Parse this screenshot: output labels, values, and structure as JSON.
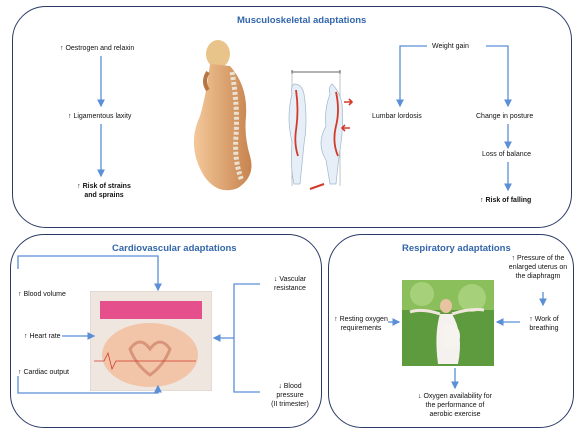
{
  "musculoskeletal": {
    "title": "Musculoskeletal adaptations",
    "oestrogen": "↑ Oestrogen and relaxin",
    "laxity": "↑ Ligamentous laxity",
    "risk_strains_1": "↑ Risk of strains",
    "risk_strains_2": "and sprains",
    "weight_gain": "Weight gain",
    "lumbar_lordosis": "Lumbar lordosis",
    "change_posture": "Change in posture",
    "loss_balance": "Loss of balance",
    "risk_falling": "↑ Risk of falling"
  },
  "cardiovascular": {
    "title": "Cardiovascular adaptations",
    "blood_volume": "↑ Blood volume",
    "heart_rate": "↑ Heart rate",
    "cardiac_output": "↑ Cardiac output",
    "vascular_1": "↓ Vascular",
    "vascular_2": "resistance",
    "bp_1": "↓ Blood",
    "bp_2": "pressure",
    "bp_3": "(II trimester)"
  },
  "respiratory": {
    "title": "Respiratory adaptations",
    "pressure_1": "↑ Pressure of the",
    "pressure_2": "enlarged uterus on",
    "pressure_3": "the diaphragm",
    "work_1": "↑ Work of",
    "work_2": "breathing",
    "resting_1": "↑ Resting oxygen",
    "resting_2": "requirements",
    "oxygen_1": "↓ Oxygen availability for",
    "oxygen_2": "the performance of",
    "oxygen_3": "aerobic exercise"
  },
  "colors": {
    "title": "#3366aa",
    "border": "#2b3a67",
    "arrow": "#5b8fd6",
    "spine": "#d23a2a"
  }
}
